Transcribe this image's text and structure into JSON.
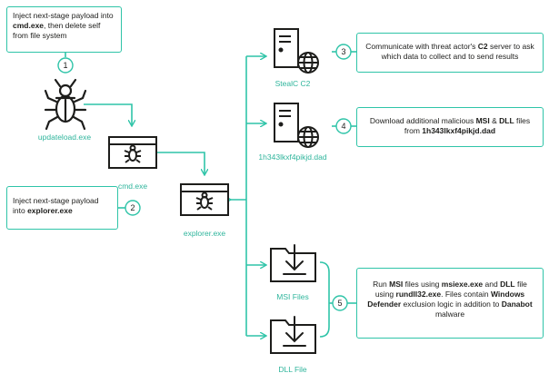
{
  "colors": {
    "accent": "#2fc4a8",
    "ink": "#1d1d1b",
    "label": "#2fb59c"
  },
  "nodes": {
    "updateload": {
      "label": "updateload.exe",
      "icon": "bug-icon"
    },
    "cmd": {
      "label": "cmd.exe",
      "icon": "terminal-window-icon"
    },
    "explorer": {
      "label": "explorer.exe",
      "icon": "terminal-window-icon"
    },
    "stealc": {
      "label": "StealC C2",
      "icon": "server-globe-icon"
    },
    "domain": {
      "label": "1h343lkxf4pikjd.dad",
      "icon": "server-globe-icon"
    },
    "msi": {
      "label": "MSI Files",
      "icon": "folder-download-icon"
    },
    "dll": {
      "label": "DLL File",
      "icon": "folder-download-icon"
    }
  },
  "steps": [
    {
      "num": "1",
      "text_parts": [
        {
          "t": "Inject next-stage payload into ",
          "b": false
        },
        {
          "t": "cmd.exe",
          "b": true
        },
        {
          "t": ", then delete self from file system",
          "b": false
        }
      ]
    },
    {
      "num": "2",
      "text_parts": [
        {
          "t": "Inject next-stage payload into ",
          "b": false
        },
        {
          "t": "explorer.exe",
          "b": true
        }
      ]
    },
    {
      "num": "3",
      "text_parts": [
        {
          "t": "Communicate with threat actor's ",
          "b": false
        },
        {
          "t": "C2",
          "b": true
        },
        {
          "t": " server to ask which data to collect and to send results",
          "b": false
        }
      ]
    },
    {
      "num": "4",
      "text_parts": [
        {
          "t": "Download additional malicious ",
          "b": false
        },
        {
          "t": "MSI",
          "b": true
        },
        {
          "t": " & ",
          "b": false
        },
        {
          "t": "DLL",
          "b": true
        },
        {
          "t": " files from ",
          "b": false
        },
        {
          "t": "1h343lkxf4pikjd.dad",
          "b": true
        }
      ]
    },
    {
      "num": "5",
      "text_parts": [
        {
          "t": "Run ",
          "b": false
        },
        {
          "t": "MSI",
          "b": true
        },
        {
          "t": " files using ",
          "b": false
        },
        {
          "t": "msiexe.exe",
          "b": true
        },
        {
          "t": " and ",
          "b": false
        },
        {
          "t": "DLL",
          "b": true
        },
        {
          "t": " file using ",
          "b": false
        },
        {
          "t": "rundll32.exe",
          "b": true
        },
        {
          "t": ". Files contain ",
          "b": false
        },
        {
          "t": "Windows Defender",
          "b": true
        },
        {
          "t": " exclusion logic in addition to ",
          "b": false
        },
        {
          "t": "Danabot",
          "b": true
        },
        {
          "t": " malware",
          "b": false
        }
      ]
    }
  ]
}
